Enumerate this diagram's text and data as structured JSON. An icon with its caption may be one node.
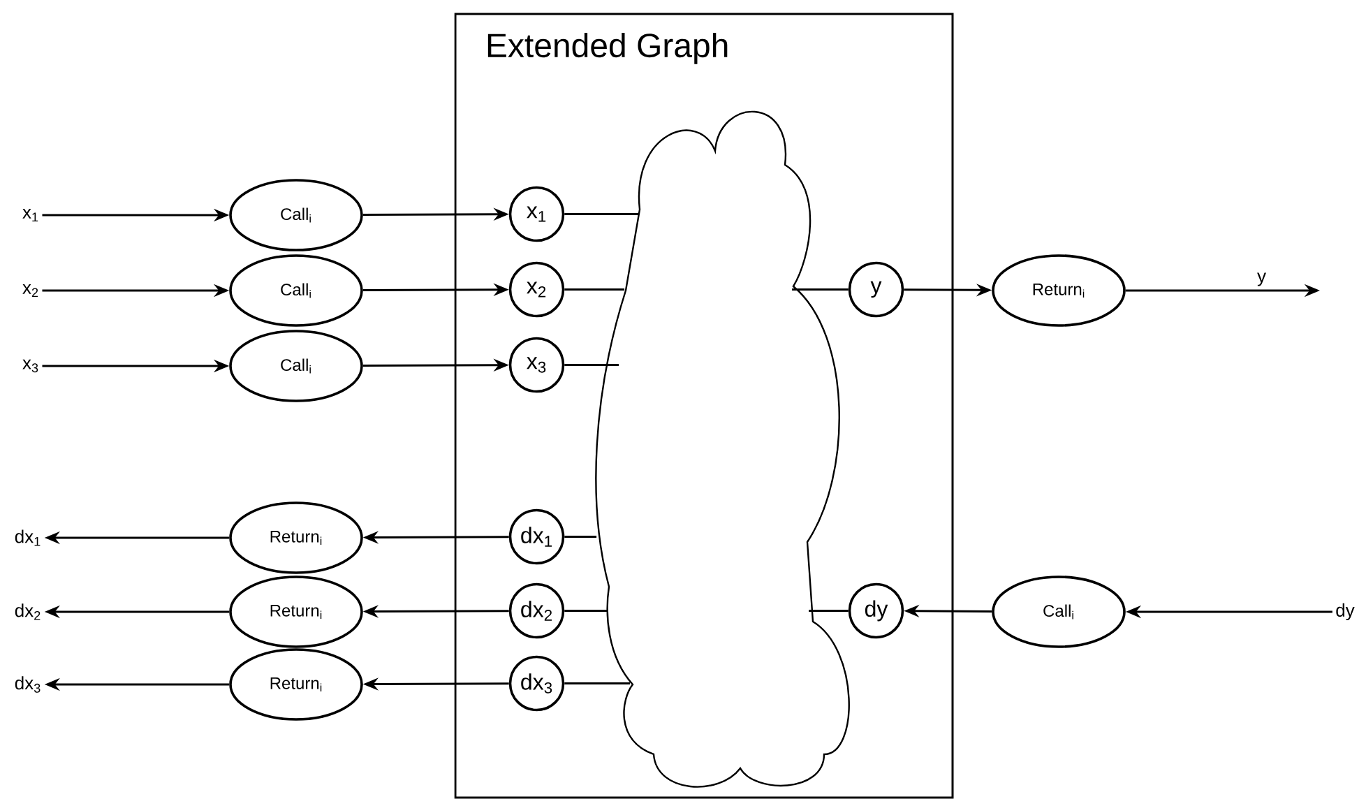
{
  "diagram": {
    "nodes": [
      {
        "text": [
          "Extended Graph"
        ]
      },
      {
        "text": [],
        "shape": "cloud",
        "in": 0
      },
      {
        "text": [
          "x$_{1}$"
        ]
      },
      {
        "text": [
          "Call$_{i}$"
        ]
      },
      {
        "text": [
          "x$_{1}$"
        ],
        "in": 0
      },
      {
        "text": [
          "x$_{2}$"
        ]
      },
      {
        "text": [
          "Call$_{i}$"
        ]
      },
      {
        "text": [
          "x$_{2}$"
        ],
        "in": 0
      },
      {
        "text": [
          "x$_{3}$"
        ]
      },
      {
        "text": [
          "Call$_{i}$"
        ]
      },
      {
        "text": [
          "x$_{3}$"
        ],
        "in": 0
      },
      {
        "text": [
          "dx$_{1}$"
        ]
      },
      {
        "text": [
          "Return$_{i}$"
        ]
      },
      {
        "text": [
          "dx$_{1}$"
        ],
        "in": 0
      },
      {
        "text": [
          "dx$_{2}$"
        ]
      },
      {
        "text": [
          "Return$_{i}$"
        ]
      },
      {
        "text": [
          "dx$_{2}$"
        ],
        "in": 0
      },
      {
        "text": [
          "dx$_{3}$"
        ]
      },
      {
        "text": [
          "Return$_{i}$"
        ]
      },
      {
        "text": [
          "dx$_{3}$"
        ],
        "in": 0
      },
      {
        "text": [
          "y"
        ],
        "in": 0
      },
      {
        "text": [
          "Return$_{i}$"
        ]
      },
      {
        "text": [
          "dy"
        ],
        "in": 0
      },
      {
        "text": [
          "Call$_{i}$"
        ]
      },
      {
        "text": [
          "dy"
        ]
      }
    ],
    "edges": [
      {
        "from": 2,
        "to": 3,
        "arrow": "to"
      },
      {
        "from": 3,
        "to": 4,
        "arrow": "to"
      },
      {
        "from": 4,
        "to": 1,
        "arrow": "none"
      },
      {
        "from": 5,
        "to": 6,
        "arrow": "to"
      },
      {
        "from": 6,
        "to": 7,
        "arrow": "to"
      },
      {
        "from": 7,
        "to": 1,
        "arrow": "none"
      },
      {
        "from": 8,
        "to": 9,
        "arrow": "to"
      },
      {
        "from": 9,
        "to": 10,
        "arrow": "to"
      },
      {
        "from": 10,
        "to": 1,
        "arrow": "none"
      },
      {
        "from": 1,
        "to": 13,
        "arrow": "none"
      },
      {
        "from": 13,
        "to": 12,
        "arrow": "to"
      },
      {
        "from": 12,
        "to": 11,
        "arrow": "to"
      },
      {
        "from": 1,
        "to": 16,
        "arrow": "none"
      },
      {
        "from": 16,
        "to": 15,
        "arrow": "to"
      },
      {
        "from": 15,
        "to": 14,
        "arrow": "to"
      },
      {
        "from": 1,
        "to": 19,
        "arrow": "none"
      },
      {
        "from": 19,
        "to": 18,
        "arrow": "to"
      },
      {
        "from": 18,
        "to": 17,
        "arrow": "to"
      },
      {
        "from": 1,
        "to": 20,
        "arrow": "none"
      },
      {
        "from": 20,
        "to": 21,
        "arrow": "to"
      },
      {
        "from": 21,
        "to": null,
        "arrow": "to",
        "label": "y"
      },
      {
        "from": 24,
        "to": 23,
        "arrow": "to"
      },
      {
        "from": 23,
        "to": 22,
        "arrow": "to"
      },
      {
        "from": 22,
        "to": 1,
        "arrow": "none"
      }
    ]
  }
}
